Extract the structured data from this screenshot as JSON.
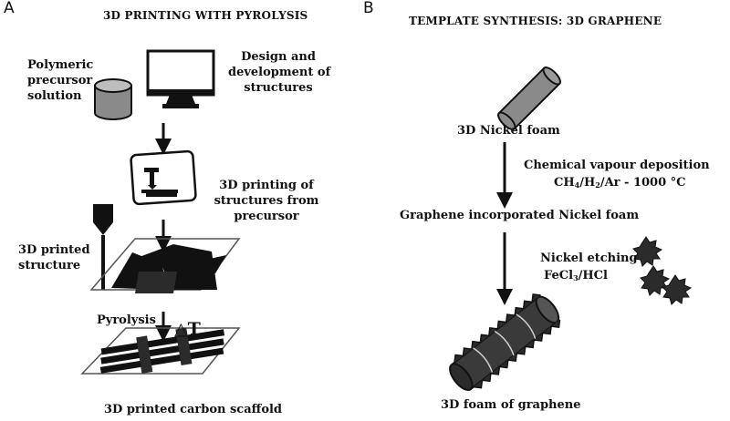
{
  "panel_a": {
    "letter": "A",
    "title": "3D PRINTING WITH PYROLYSIS",
    "polymeric_label_line1": "Polymeric",
    "polymeric_label_line2": "precursor",
    "polymeric_label_line3": "solution",
    "design_line1": "Design and",
    "design_line2": "development of",
    "design_line3": "structures",
    "printing_line1": "3D printing of",
    "printing_line2": "structures from",
    "printing_line3": "precursor",
    "printed_structure_line1": "3D printed",
    "printed_structure_line2": "structure",
    "pyrolysis_label": "Pyrolysis",
    "delta_t_label": "△T",
    "carbon_scaffold_label": "3D printed carbon scaffold"
  },
  "panel_b": {
    "letter": "B",
    "title": "TEMPLATE SYNTHESIS: 3D GRAPHENE",
    "nickel_foam_label": "3D Nickel foam",
    "cvd_line1": "Chemical vapour deposition",
    "cvd_gas_ch": "CH",
    "cvd_gas_sub4": "4",
    "cvd_gas_h": "/H",
    "cvd_gas_sub2": "2",
    "cvd_gas_rest": "/Ar - 1000 °C",
    "graphene_ni_label": "Graphene incorporated Nickel foam",
    "etching_line1": "Nickel etching",
    "etching_fe": "FeCl",
    "etching_sub3": "3",
    "etching_rest": "/HCl",
    "graphene_foam_label": "3D foam of graphene"
  },
  "colors": {
    "ink": "#111111",
    "gray_fill": "#8a8a8a",
    "dark_fill": "#2b2b2b",
    "plane_stroke": "#555555"
  }
}
